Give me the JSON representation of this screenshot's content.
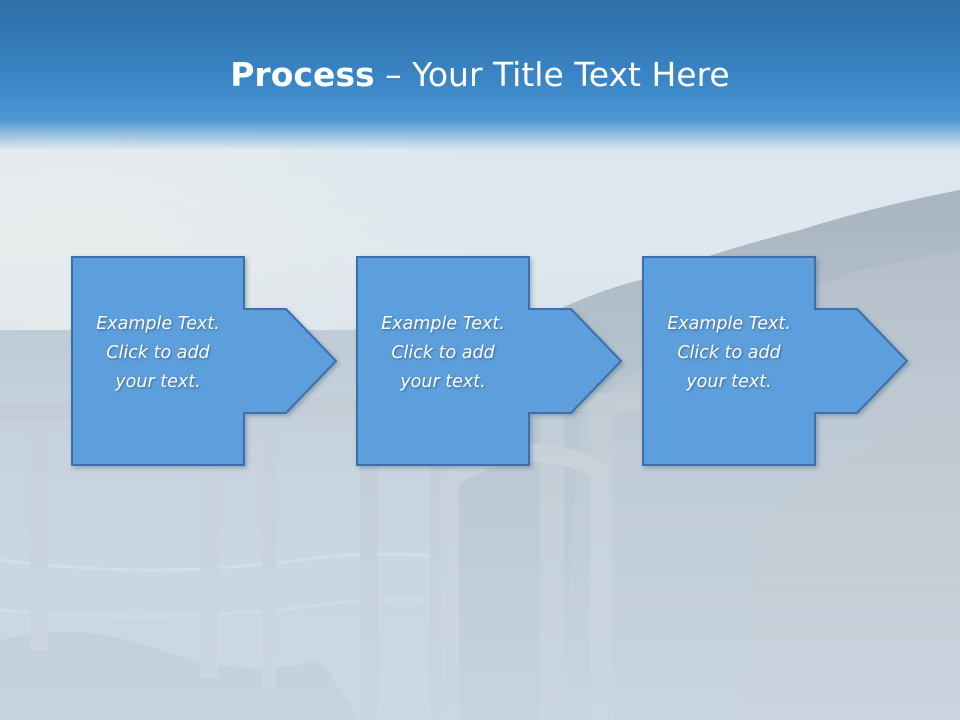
{
  "slide": {
    "title_bold": "Process",
    "title_rest": " – Your Title Text Here",
    "accent_color": "#5b9bd5",
    "header_color": "#3180c4",
    "steps": [
      {
        "line1": "Example Text.",
        "line2": "Click  to add",
        "line3": "your text."
      },
      {
        "line1": "Example Text.",
        "line2": "Click  to add",
        "line3": "your text."
      },
      {
        "line1": "Example Text.",
        "line2": "Click  to add",
        "line3": "your text."
      }
    ],
    "background": "coastal-bridge-photo"
  }
}
